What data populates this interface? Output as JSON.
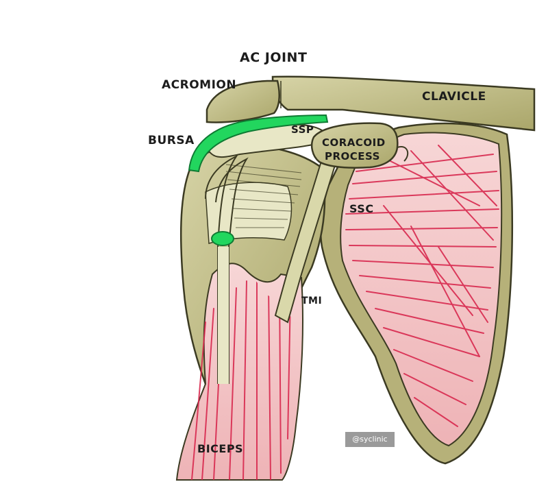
{
  "labels": {
    "ac_joint": "AC JOINT",
    "acromion": "ACROMION",
    "clavicle": "CLAVICLE",
    "bursa": "BURSA",
    "ssp": "SSP",
    "coracoid_line1": "CORACOID",
    "coracoid_line2": "PROCESS",
    "ssc": "SSC",
    "tmi": "TMI",
    "biceps": "BICEPS"
  },
  "watermark": "@syclinic",
  "colors": {
    "bone": "#c9c48f",
    "bone_shadow": "#a39f5e",
    "bone_outline": "#3b3a22",
    "muscle": "#f2c6c6",
    "muscle_fiber": "#d8284e",
    "bursa": "#22d65e",
    "tendon": "#e7e6c6"
  }
}
